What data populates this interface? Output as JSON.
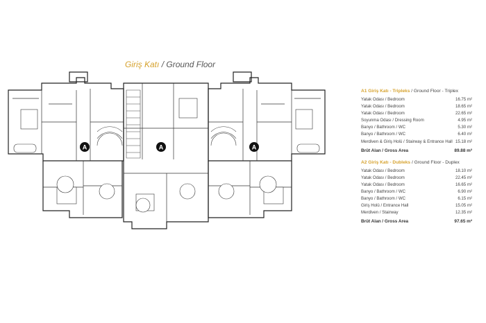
{
  "header": {
    "title_tr": "Giriş Katı",
    "title_sep": "/",
    "title_en": "Ground Floor"
  },
  "plan": {
    "unit_labels": [
      "A",
      "A",
      "A"
    ]
  },
  "legend": {
    "a1": {
      "title_tr": "A1 Giriş Katı - Tripleks",
      "title_en": "/ Ground Floor - Triplex",
      "rows": [
        {
          "label": "Yatak Odası / Bedroom",
          "value": "16.75 m²"
        },
        {
          "label": "Yatak Odası / Bedroom",
          "value": "18.65 m²"
        },
        {
          "label": "Yatak Odası / Bedroom",
          "value": "22.65 m²"
        },
        {
          "label": "Soyunma Odası / Dressing Room",
          "value": "4.95 m²"
        },
        {
          "label": "Banyo / Bathroom / WC",
          "value": "5.30 m²"
        },
        {
          "label": "Banyo / Bathroom / WC",
          "value": "6.40 m²"
        },
        {
          "label": "Merdiven & Giriş Holü / Stairway & Entrance Hall",
          "value": "15.18 m²"
        }
      ],
      "total_label": "Brüt Alan / Gross Area",
      "total_value": "89.88 m²"
    },
    "a2": {
      "title_tr": "A2 Giriş Katı - Dubleks",
      "title_en": "/ Ground Floor - Duplex",
      "rows": [
        {
          "label": "Yatak Odası / Bedroom",
          "value": "18.10 m²"
        },
        {
          "label": "Yatak Odası / Bedroom",
          "value": "22.45 m²"
        },
        {
          "label": "Yatak Odası / Bedroom",
          "value": "16.65 m²"
        },
        {
          "label": "Banyo / Bathroom / WC",
          "value": "6.90 m²"
        },
        {
          "label": "Banyo / Bathroom / WC",
          "value": "6.15 m²"
        },
        {
          "label": "Giriş Holü / Entrance Hall",
          "value": "15.05 m²"
        },
        {
          "label": "Merdiven / Stairway",
          "value": "12.35 m²"
        }
      ],
      "total_label": "Brüt Alan / Gross Area",
      "total_value": "97.65 m²"
    }
  }
}
